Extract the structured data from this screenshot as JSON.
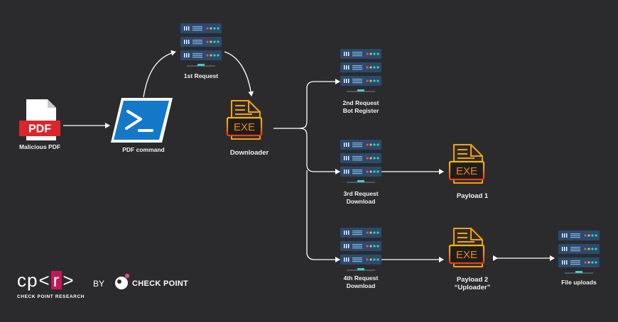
{
  "nodes": {
    "pdf": {
      "icon_text": "PDF",
      "label": "Malicious PDF"
    },
    "powershell": {
      "label": "PDF command"
    },
    "request1": {
      "label": "1st Request"
    },
    "downloader": {
      "icon_text": "EXE",
      "label": "Downloader"
    },
    "request2": {
      "line1": "2nd Request",
      "line2": "Bot Register"
    },
    "request3": {
      "line1": "3rd Request",
      "line2": "Download"
    },
    "request4": {
      "line1": "4th Request",
      "line2": "Download"
    },
    "payload1": {
      "icon_text": "EXE",
      "label": "Payload 1"
    },
    "payload2": {
      "icon_text": "EXE",
      "line1": "Payload 2",
      "line2": "“Uploader”"
    },
    "uploads": {
      "label": "File uploads"
    }
  },
  "branding": {
    "cpr_left": "cp",
    "cpr_lt": "<",
    "cpr_r": "r",
    "cpr_gt": ">",
    "cpr_subtitle": "CHECK POINT RESEARCH",
    "by": "BY",
    "checkpoint": "CHECK POINT"
  },
  "colors": {
    "background": "#2b2b2d",
    "server": "#2a4a6e",
    "exe_orange": "#f5a10f",
    "exe_red": "#e23b1e",
    "pdf_red": "#d9262c",
    "powershell_blue": "#1478c8",
    "cpr_magenta": "#c2185b"
  }
}
